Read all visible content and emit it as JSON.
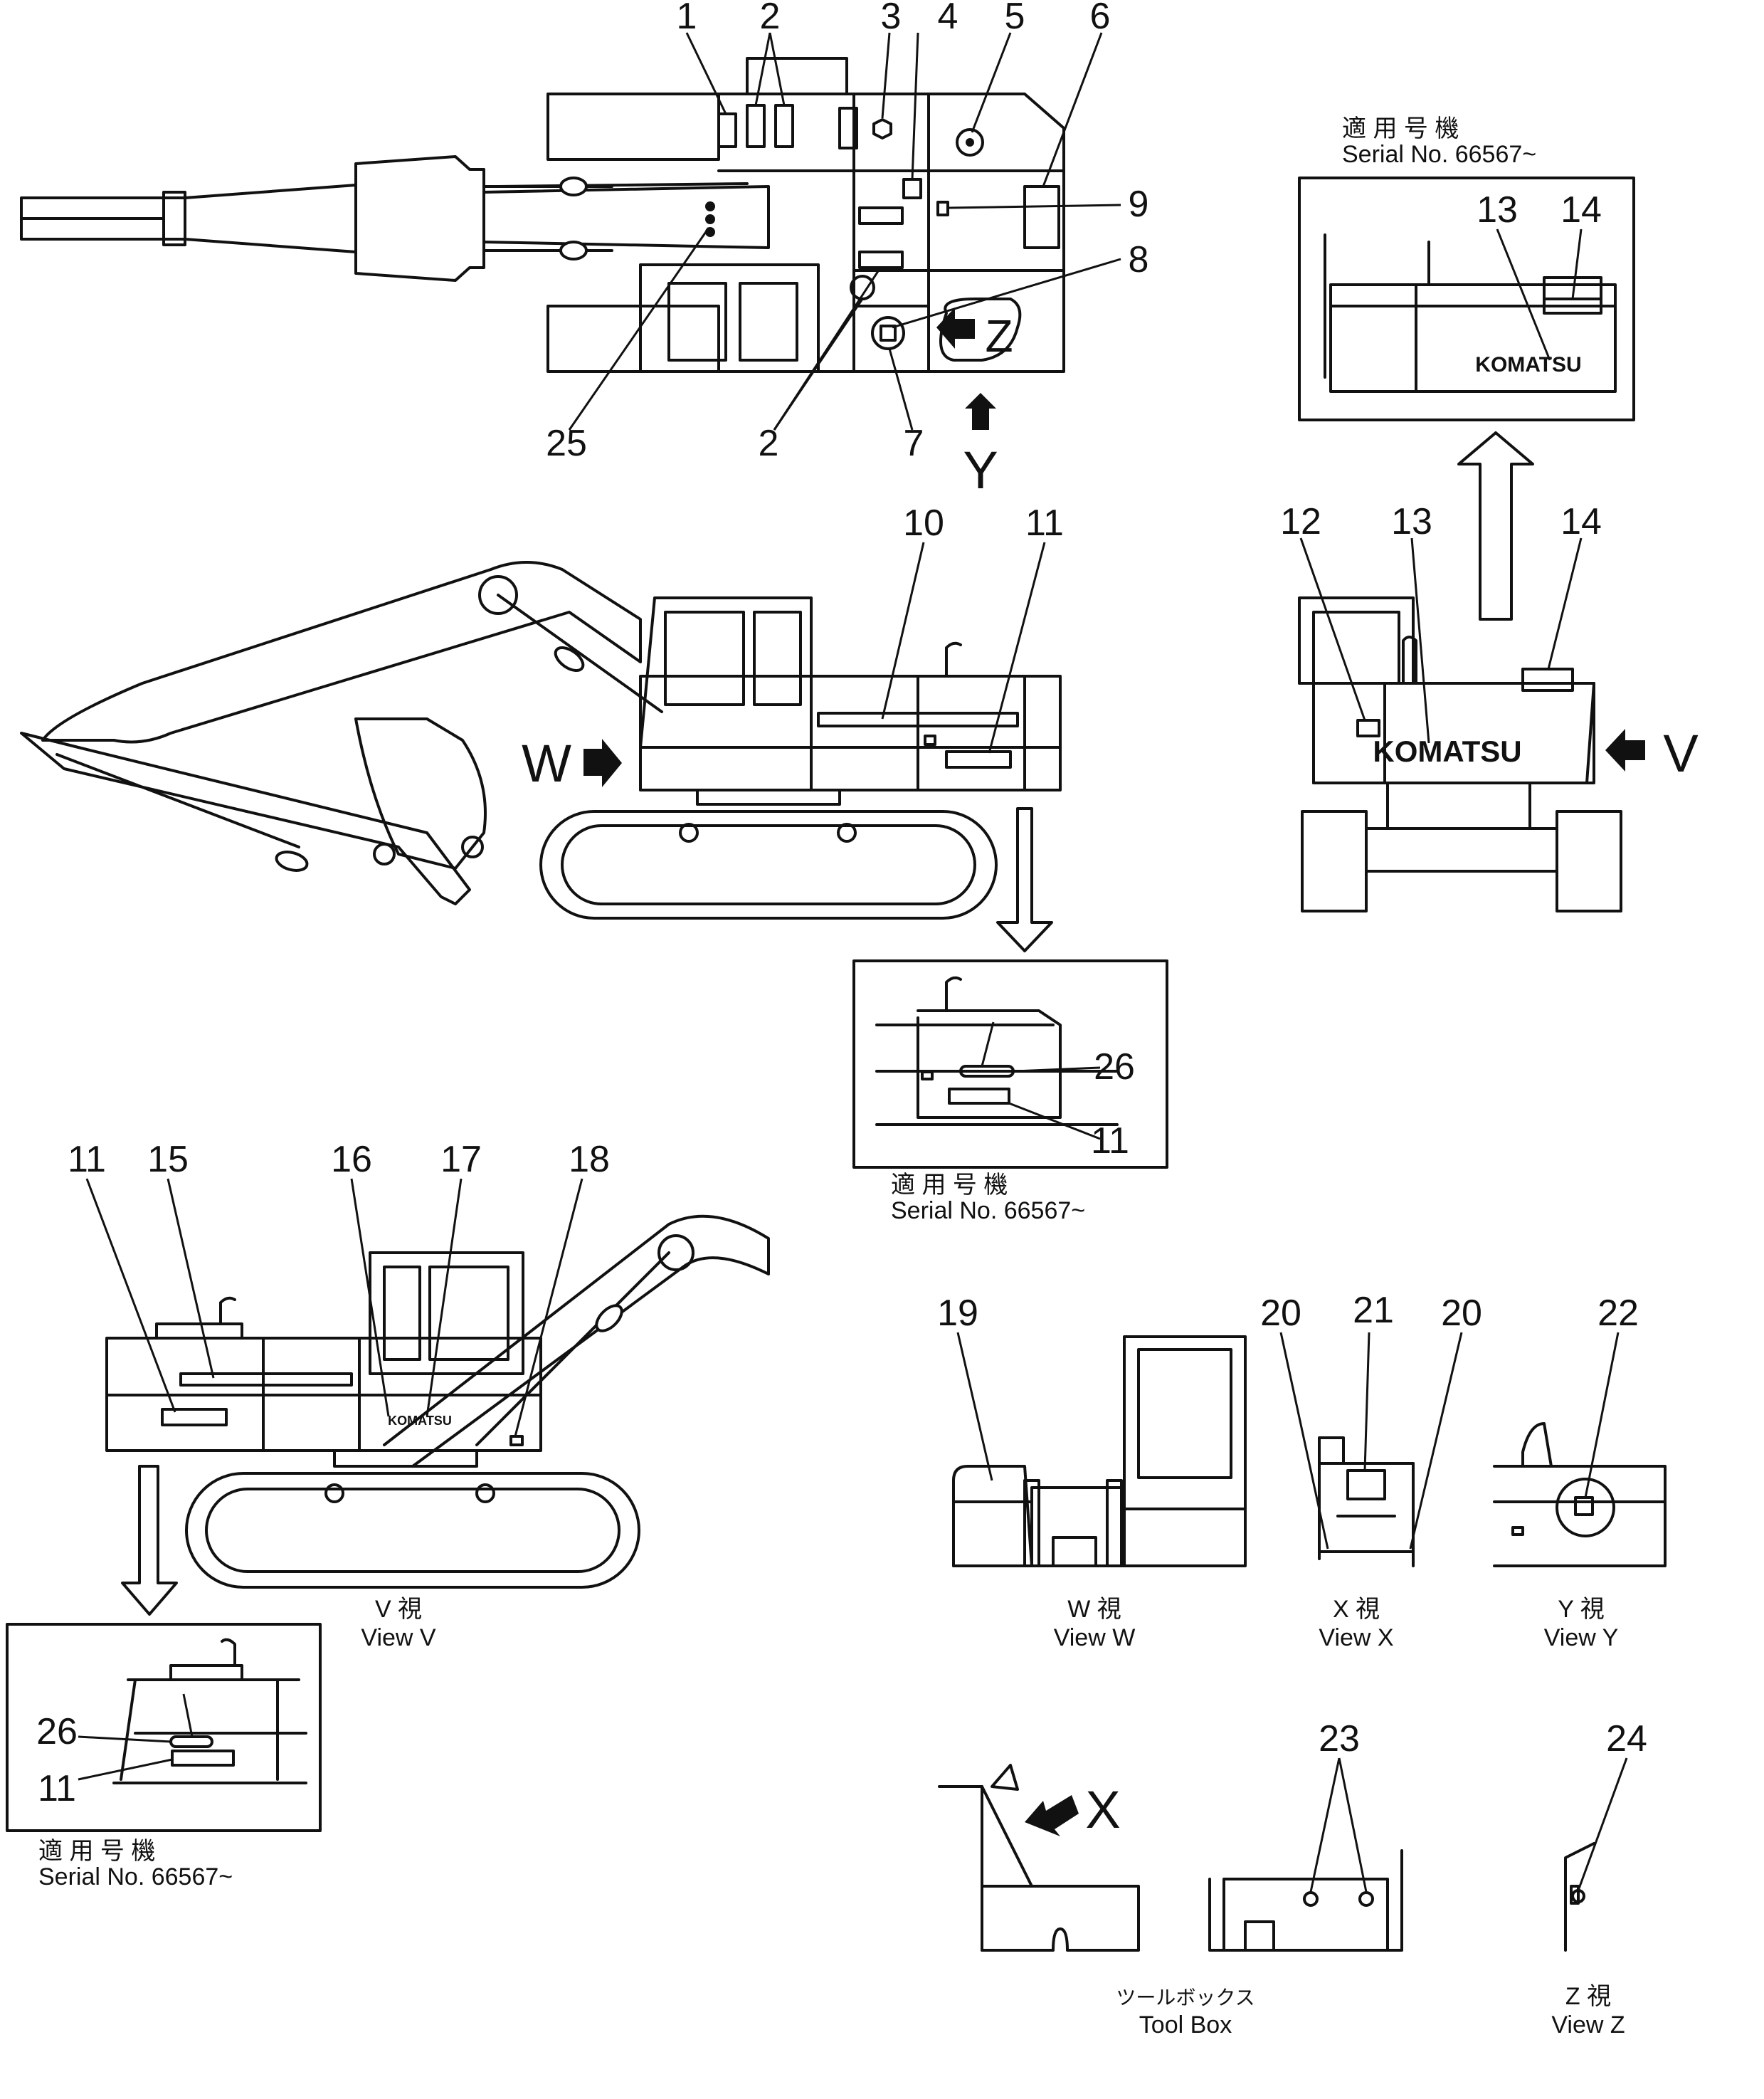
{
  "callouts": {
    "c1": "1",
    "c2": "2",
    "c3": "3",
    "c4": "4",
    "c5": "5",
    "c6": "6",
    "c7": "7",
    "c8": "8",
    "c9": "9",
    "c10": "10",
    "c11": "11",
    "c12": "12",
    "c13": "13",
    "c14": "14",
    "c15": "15",
    "c16": "16",
    "c17": "17",
    "c18": "18",
    "c19": "19",
    "c20": "20",
    "c21": "21",
    "c22": "22",
    "c23": "23",
    "c24": "24",
    "c25": "25",
    "c26": "26"
  },
  "view_letters": {
    "w": "W",
    "v": "V",
    "x": "X",
    "y": "Y",
    "z": "Z"
  },
  "logo_text": "KOMATSU",
  "applicable": {
    "jp": "適 用 号 機",
    "serial": "Serial  No.  66567~"
  },
  "captions": {
    "view_v_jp": "V   視",
    "view_v": "View  V",
    "view_w_jp": "W   視",
    "view_w": "View  W",
    "view_x_jp": "X   視",
    "view_x": "View  X",
    "view_y_jp": "Y   視",
    "view_y": "View  Y",
    "view_z_jp": "Z   視",
    "view_z": "View  Z",
    "toolbox_jp": "ツールボックス",
    "toolbox": "Tool  Box"
  }
}
